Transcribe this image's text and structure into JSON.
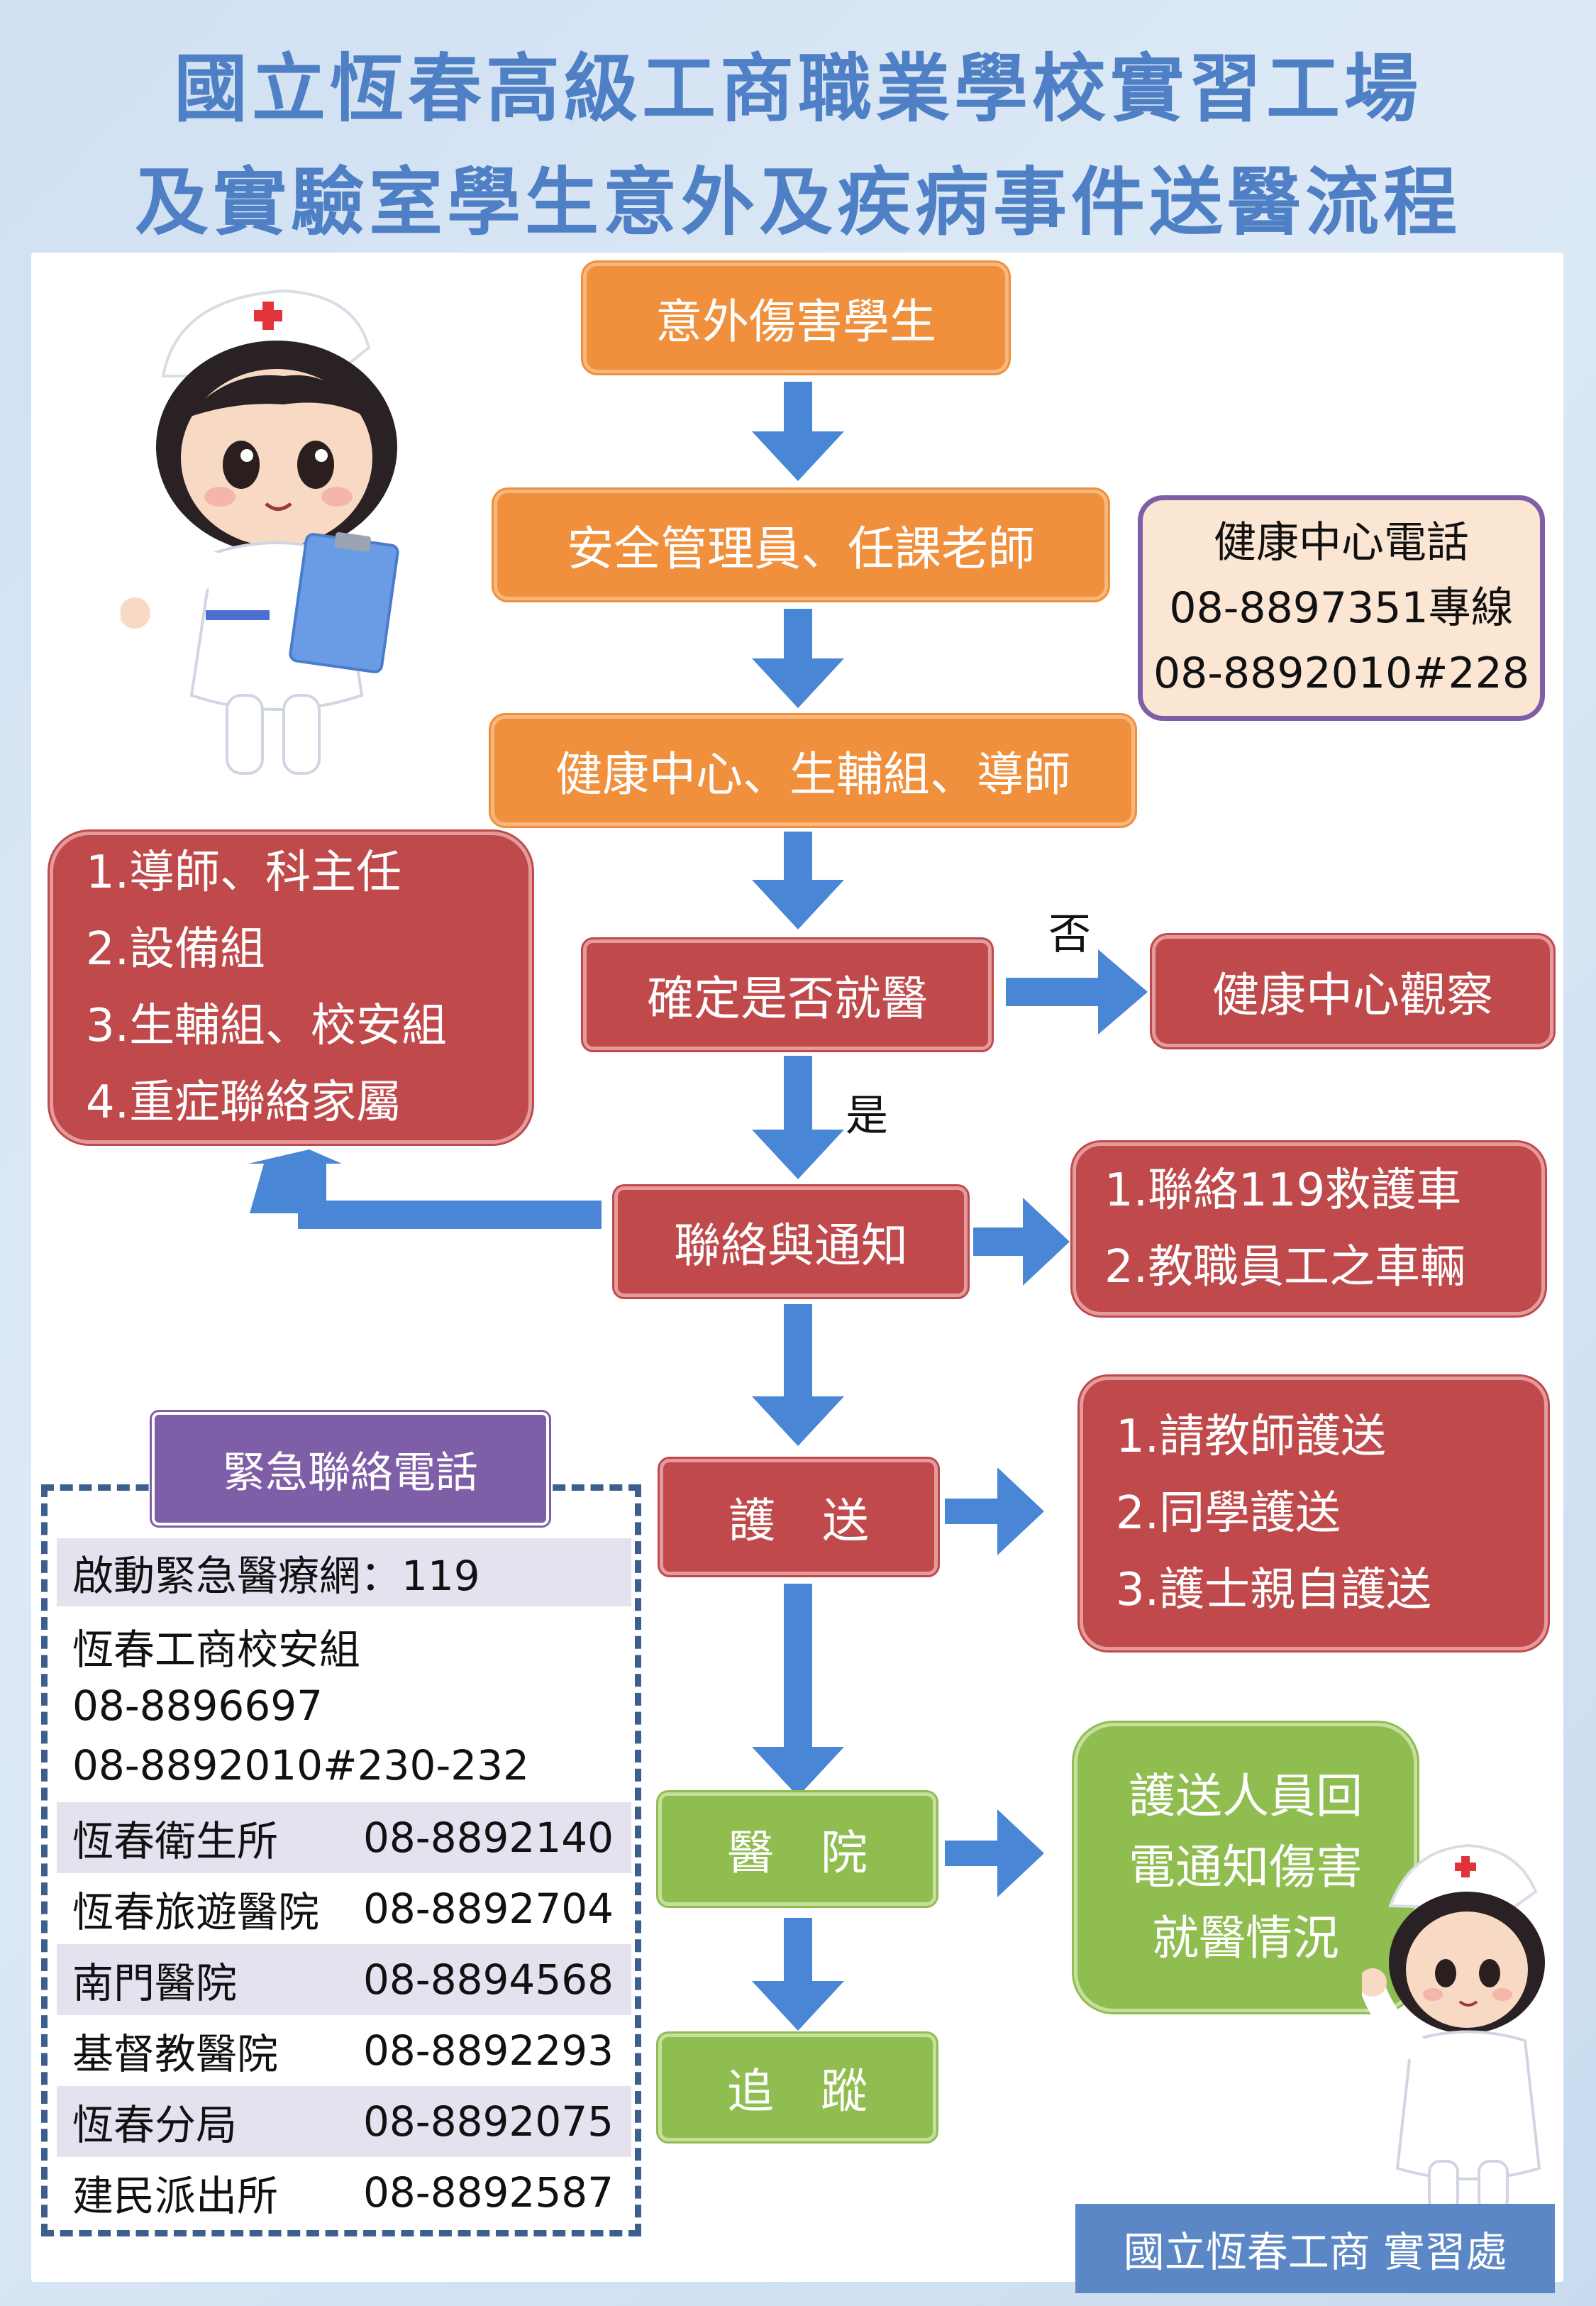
{
  "title": {
    "line1": "國立恆春高級工商職業學校實習工場",
    "line2": "及實驗室學生意外及疾病事件送醫流程"
  },
  "flow": {
    "step1": "意外傷害學生",
    "step2": "安全管理員、任課老師",
    "step3": "健康中心、生輔組、導師",
    "decision": "確定是否就醫",
    "no_label": "否",
    "yes_label": "是",
    "no_result": "健康中心觀察",
    "notify": "聯絡與通知",
    "escort": "護　送",
    "hospital": "醫　院",
    "track": "追　蹤"
  },
  "notify_list": [
    "1.導師、科主任",
    "2.設備組",
    "3.生輔組、校安組",
    "4.重症聯絡家屬"
  ],
  "vehicle_list": [
    "1.聯絡119救護車",
    "2.教職員工之車輛"
  ],
  "escort_list": [
    "1.請教師護送",
    "2.同學護送",
    "3.護士親自護送"
  ],
  "report_back": [
    "護送人員回",
    "電通知傷害",
    "就醫情況"
  ],
  "health_center_phone": {
    "title": "健康中心電話",
    "line1": "08-8897351專線",
    "line2": "08-8892010#228"
  },
  "emergency": {
    "tag": "緊急聯絡電話",
    "top_row": "啟動緊急醫療網：119",
    "school": [
      "恆春工商校安組",
      "08-8896697",
      "08-8892010#230-232"
    ],
    "contacts": [
      {
        "name": "恆春衛生所",
        "phone": "08-8892140"
      },
      {
        "name": "恆春旅遊醫院",
        "phone": "08-8892704"
      },
      {
        "name": "南門醫院",
        "phone": "08-8894568"
      },
      {
        "name": "基督教醫院",
        "phone": "08-8892293"
      },
      {
        "name": "恆春分局",
        "phone": "08-8892075"
      },
      {
        "name": "建民派出所",
        "phone": "08-8892587"
      }
    ]
  },
  "footer": "國立恆春工商 實習處",
  "colors": {
    "orange": "#f08f3c",
    "red": "#c0494b",
    "green": "#8fbd4f",
    "purple": "#7f5ea8",
    "arrow": "#4a86d6",
    "title": "#4f7fc4"
  },
  "illustrations": [
    "nurse-with-clipboard",
    "nurse-waving"
  ]
}
